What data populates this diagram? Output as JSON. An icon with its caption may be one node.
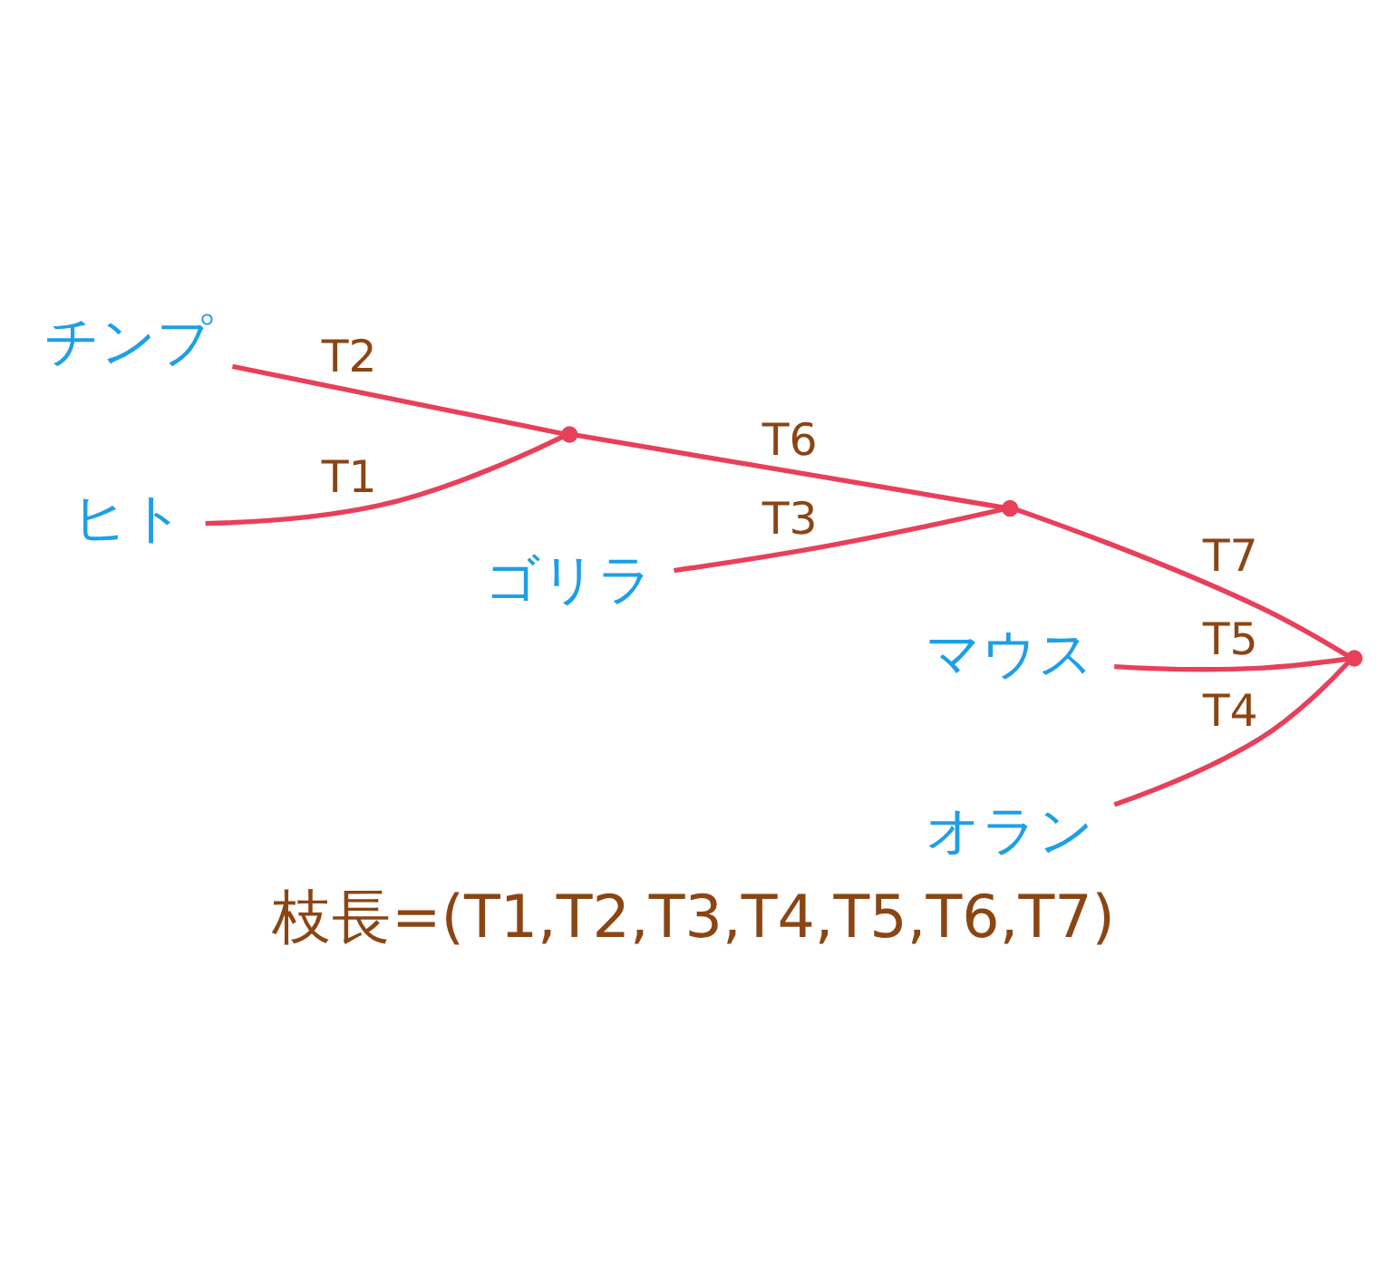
{
  "diagram": {
    "caption": "枝長=(T1,T2,T3,T4,T5,T6,T7)",
    "nodes": [
      {
        "text": [
          "チンプ"
        ]
      },
      {
        "text": [
          "ヒト"
        ]
      },
      {
        "text": [
          "マウス"
        ]
      },
      {
        "text": [],
        "shape": "point"
      },
      {
        "text": [],
        "shape": "point"
      },
      {
        "text": [],
        "shape": "point"
      },
      {
        "text": [
          "ゴリラ"
        ]
      },
      {
        "text": [
          "オラン"
        ]
      }
    ],
    "edges": [
      {
        "from": 1,
        "to": 3,
        "arrow": "none",
        "label": "T1"
      },
      {
        "from": 0,
        "to": 3,
        "arrow": "none",
        "label": "T2"
      },
      {
        "from": 6,
        "to": 4,
        "arrow": "none",
        "label": "T3"
      },
      {
        "from": 7,
        "to": 5,
        "arrow": "none",
        "label": "T4"
      },
      {
        "from": 2,
        "to": 5,
        "arrow": "none",
        "label": "T5"
      },
      {
        "from": 3,
        "to": 4,
        "arrow": "none",
        "label": "T6"
      },
      {
        "from": 4,
        "to": 5,
        "arrow": "none",
        "label": "T7"
      }
    ]
  }
}
